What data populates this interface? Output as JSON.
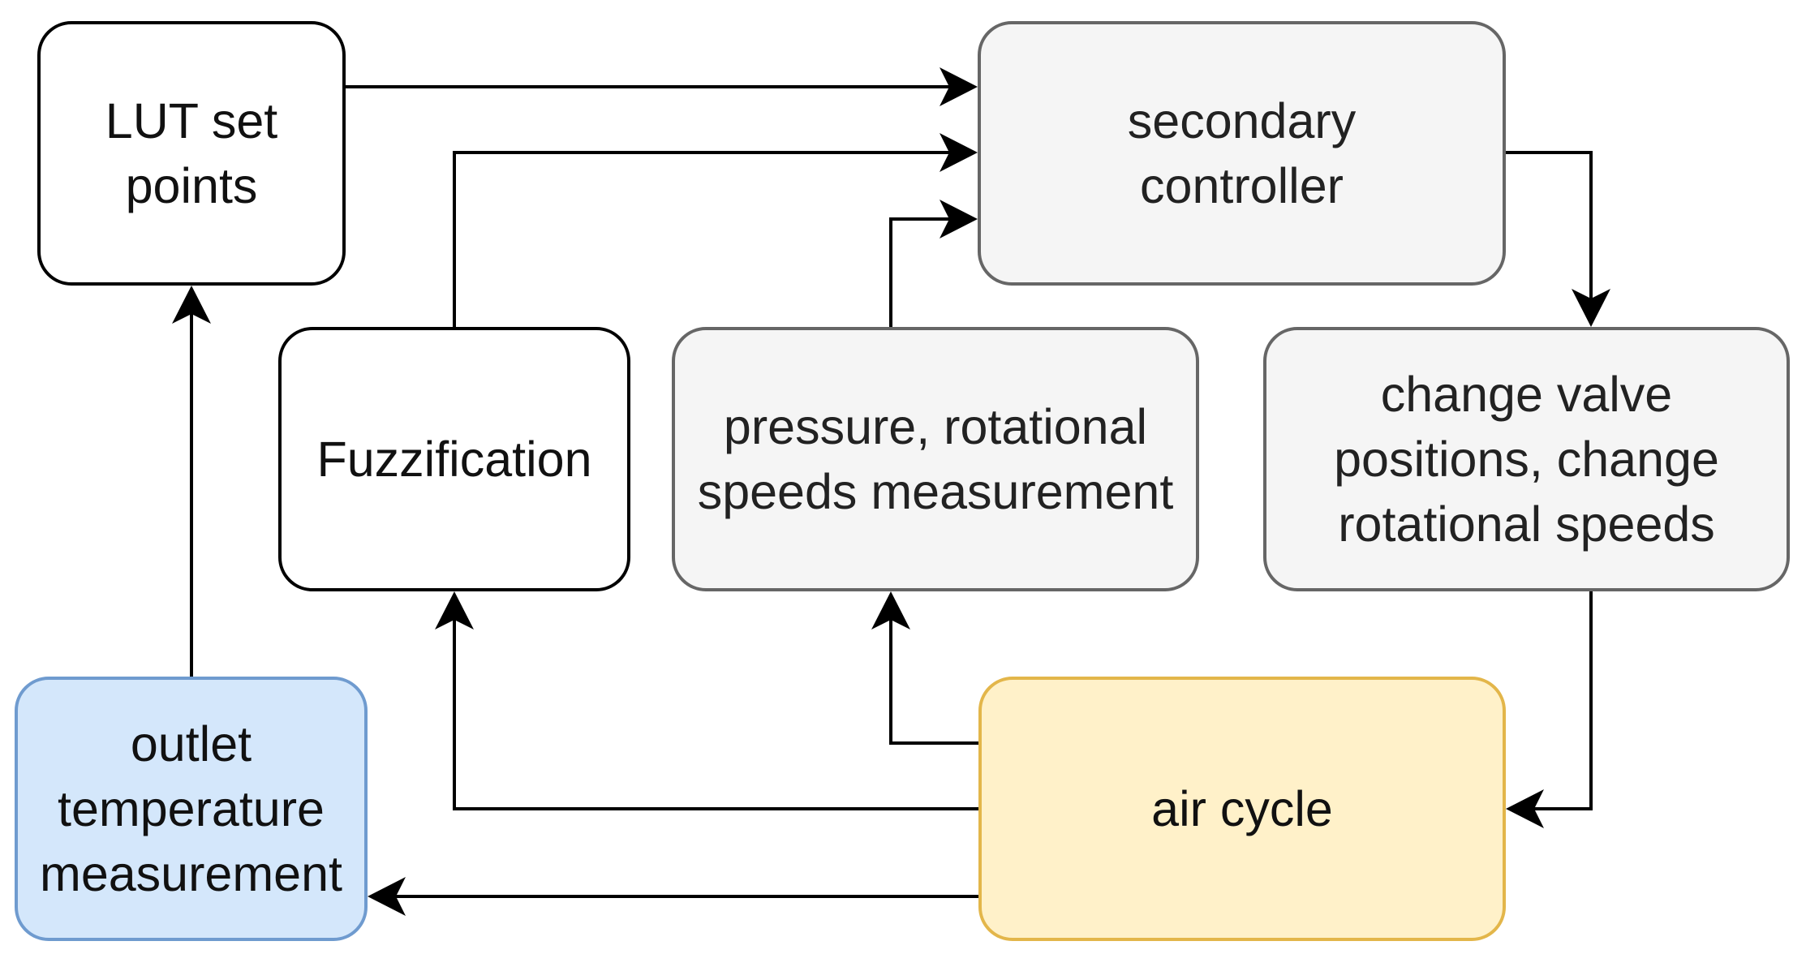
{
  "diagram": {
    "nodes": {
      "lut": {
        "lines": [
          "LUT set",
          "points"
        ]
      },
      "fuzzification": {
        "lines": [
          "Fuzzification"
        ]
      },
      "pressure": {
        "lines": [
          "pressure, rotational",
          "speeds measurement"
        ]
      },
      "secondary": {
        "lines": [
          "secondary",
          "controller"
        ]
      },
      "change": {
        "lines": [
          "change valve",
          "positions, change",
          "rotational speeds"
        ]
      },
      "outlet": {
        "lines": [
          "outlet",
          "temperature",
          "measurement"
        ]
      },
      "air_cycle": {
        "lines": [
          "air cycle"
        ]
      }
    },
    "edges": [
      {
        "from": "LUT set points",
        "to": "secondary controller"
      },
      {
        "from": "Fuzzification",
        "to": "secondary controller"
      },
      {
        "from": "pressure, rotational speeds measurement",
        "to": "secondary controller"
      },
      {
        "from": "secondary controller",
        "to": "change valve positions, change rotational speeds"
      },
      {
        "from": "change valve positions, change rotational speeds",
        "to": "air cycle"
      },
      {
        "from": "air cycle",
        "to": "pressure, rotational speeds measurement"
      },
      {
        "from": "air cycle",
        "to": "Fuzzification"
      },
      {
        "from": "air cycle",
        "to": "outlet temperature measurement"
      },
      {
        "from": "outlet temperature measurement",
        "to": "LUT set points"
      }
    ],
    "colors": {
      "edge": "#000000",
      "white_fill": "#ffffff",
      "grey_fill": "#f5f5f5",
      "grey_border": "#666666",
      "blue_fill": "#d4e7fb",
      "blue_border": "#6f9bcf",
      "yellow_fill": "#fff1c9",
      "yellow_border": "#e3b64a"
    }
  }
}
